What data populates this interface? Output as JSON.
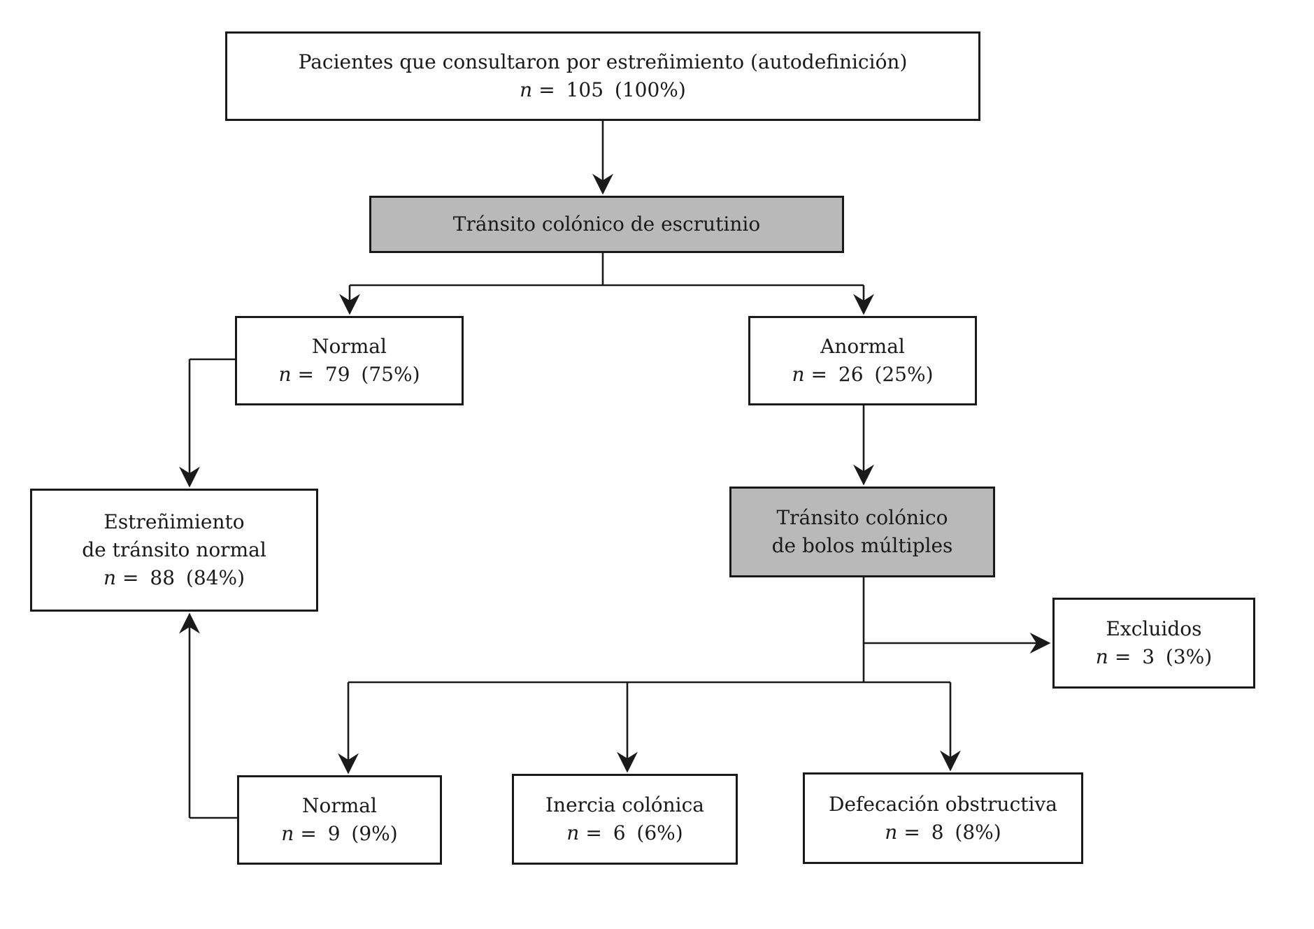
{
  "figure_type": "flowchart",
  "colors": {
    "background": "#ffffff",
    "box_fill": "#ffffff",
    "highlight_fill": "#b9b9b9",
    "border": "#1a1a1a",
    "line": "#1a1a1a",
    "text": "#1a1a1a"
  },
  "nodes": [
    {
      "id": "patients",
      "lines": [
        "Pacientes que consultaron por estreñimiento (autodefinición)"
      ],
      "stat": {
        "var": "n",
        "rest": "= 105 (100%)"
      }
    },
    {
      "id": "escrutinio",
      "lines": [
        "Tránsito colónico de escrutinio"
      ]
    },
    {
      "id": "normal-screen",
      "lines": [
        "Normal"
      ],
      "stat": {
        "var": "n",
        "rest": "= 79 (75%)"
      }
    },
    {
      "id": "anormal",
      "lines": [
        "Anormal"
      ],
      "stat": {
        "var": "n",
        "rest": "= 26 (25%)"
      }
    },
    {
      "id": "estrenimiento",
      "lines": [
        "Estreñimiento",
        "de tránsito normal"
      ],
      "stat": {
        "var": "n",
        "rest": "= 88 (84%)"
      }
    },
    {
      "id": "bolos",
      "lines": [
        "Tránsito colónico",
        "de bolos múltiples"
      ]
    },
    {
      "id": "excluidos",
      "lines": [
        "Excluidos"
      ],
      "stat": {
        "var": "n",
        "rest": "= 3 (3%)"
      }
    },
    {
      "id": "normal-bolos",
      "lines": [
        "Normal"
      ],
      "stat": {
        "var": "n",
        "rest": "= 9 (9%)"
      }
    },
    {
      "id": "inercia",
      "lines": [
        "Inercia colónica"
      ],
      "stat": {
        "var": "n",
        "rest": "= 6 (6%)"
      }
    },
    {
      "id": "defecacion",
      "lines": [
        "Defecación obstructiva"
      ],
      "stat": {
        "var": "n",
        "rest": "= 8 (8%)"
      }
    }
  ],
  "edges": [
    {
      "from": "patients",
      "to": "escrutinio"
    },
    {
      "from": "escrutinio",
      "to": "normal-screen"
    },
    {
      "from": "escrutinio",
      "to": "anormal"
    },
    {
      "from": "normal-screen",
      "to": "estrenimiento"
    },
    {
      "from": "anormal",
      "to": "bolos"
    },
    {
      "from": "bolos",
      "to": "excluidos"
    },
    {
      "from": "bolos",
      "to": "normal-bolos"
    },
    {
      "from": "bolos",
      "to": "inercia"
    },
    {
      "from": "bolos",
      "to": "defecacion"
    },
    {
      "from": "normal-bolos",
      "to": "estrenimiento"
    }
  ]
}
